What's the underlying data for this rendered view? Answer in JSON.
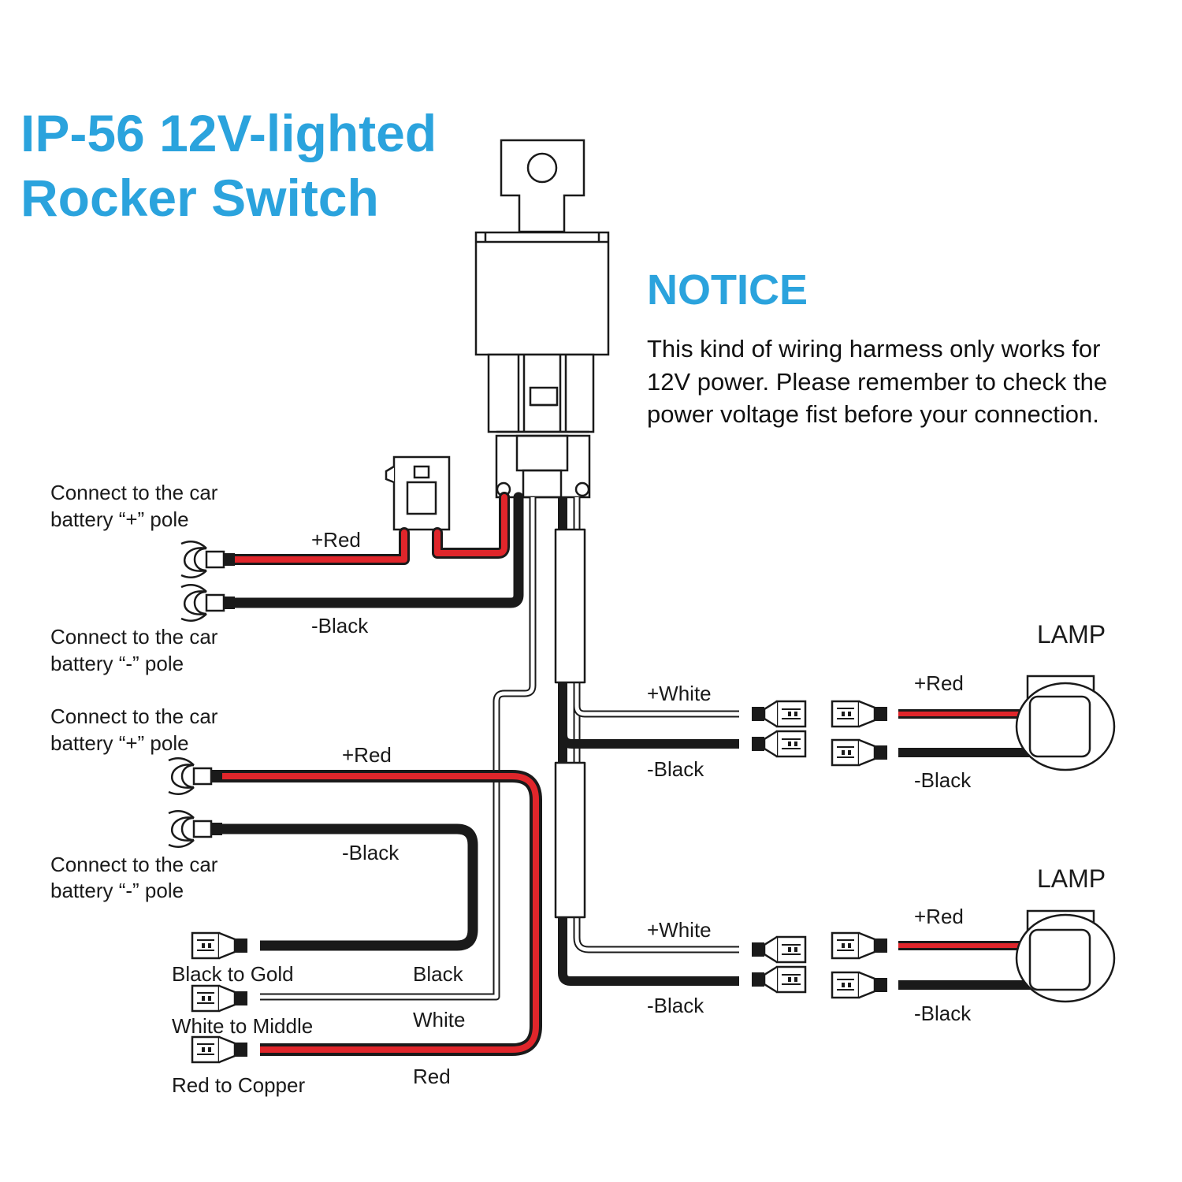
{
  "title": {
    "line1": "IP-56 12V-lighted",
    "line2": "Rocker Switch",
    "color": "#2ba3dd"
  },
  "notice": {
    "heading": "NOTICE",
    "lines": [
      "This kind of wiring harmess only works for",
      "12V power. Please remember to check the",
      "power voltage fist before your connection."
    ]
  },
  "battery": [
    {
      "line1": "Connect to the car",
      "line2": "battery “+” pole"
    },
    {
      "line1": "Connect to the car",
      "line2": "battery “-” pole"
    },
    {
      "line1": "Connect to the car",
      "line2": "battery “+” pole"
    },
    {
      "line1": "Connect to the car",
      "line2": "battery “-” pole"
    }
  ],
  "wires": {
    "red_upper": "+Red",
    "black_upper": "-Black",
    "red_lower": "+Red",
    "black_lower": "-Black"
  },
  "switch_connectors": [
    {
      "label": "Black to Gold",
      "wire": "Black"
    },
    {
      "label": "White to Middle",
      "wire": "White"
    },
    {
      "label": "Red to Copper",
      "wire": "Red"
    }
  ],
  "lamps": [
    {
      "title": "LAMP",
      "white": "+White",
      "black_in": "-Black",
      "red": "+Red",
      "black_out": "-Black"
    },
    {
      "title": "LAMP",
      "white": "+White",
      "black_in": "-Black",
      "red": "+Red",
      "black_out": "-Black"
    }
  ],
  "colors": {
    "red_wire": "#e0262b",
    "black_wire": "#1a1a1a",
    "outline": "#1a1a1a"
  }
}
